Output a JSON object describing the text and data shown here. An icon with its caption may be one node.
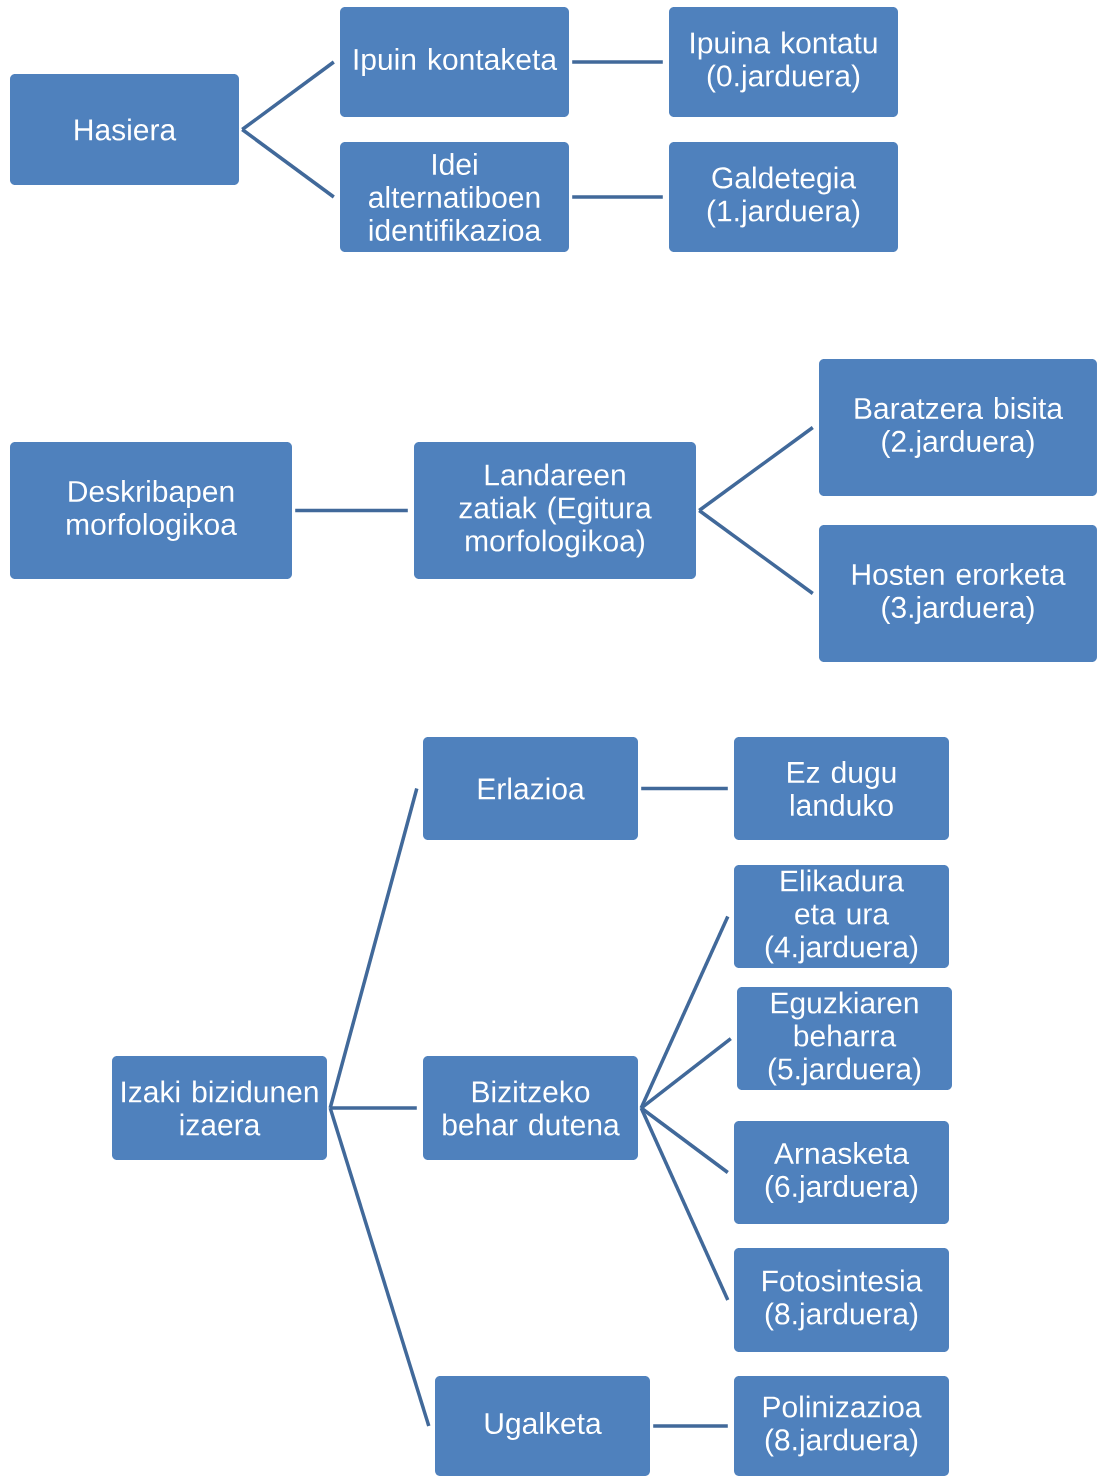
{
  "diagram": {
    "nodes": [
      {
        "text": [
          "Hasiera"
        ]
      },
      {
        "text": [
          "Ipuin kontaketa"
        ]
      },
      {
        "text": [
          "Ipuina kontatu (0.jarduera)"
        ]
      },
      {
        "text": [
          "Idei alternatiboen identifikazioa"
        ]
      },
      {
        "text": [
          "Galdetegia (1.jarduera)"
        ]
      },
      {
        "text": [
          "Deskribapen morfologikoa"
        ]
      },
      {
        "text": [
          "Landareen zatiak (Egitura morfologikoa)"
        ]
      },
      {
        "text": [
          "Baratzera bisita (2.jarduera)"
        ]
      },
      {
        "text": [
          "Hosten erorketa (3.jarduera)"
        ]
      },
      {
        "text": [
          "Izaki bizidunen izaera"
        ]
      },
      {
        "text": [
          "Erlazioa"
        ]
      },
      {
        "text": [
          "Ez dugu landuko"
        ]
      },
      {
        "text": [
          "Bizitzeko behar dutena"
        ]
      },
      {
        "text": [
          "Elikadura eta ura (4.jarduera)"
        ]
      },
      {
        "text": [
          "Eguzkiaren beharra (5.jarduera)"
        ]
      },
      {
        "text": [
          "Arnasketa (6.jarduera)"
        ]
      },
      {
        "text": [
          "Fotosintesia (8.jarduera)"
        ]
      },
      {
        "text": [
          "Ugalketa"
        ]
      },
      {
        "text": [
          "Polinizazioa (8.jarduera)"
        ]
      }
    ],
    "edges": [
      {
        "from": 0,
        "to": 1,
        "arrow": "none"
      },
      {
        "from": 1,
        "to": 2,
        "arrow": "none"
      },
      {
        "from": 0,
        "to": 3,
        "arrow": "none"
      },
      {
        "from": 3,
        "to": 4,
        "arrow": "none"
      },
      {
        "from": 5,
        "to": 6,
        "arrow": "none"
      },
      {
        "from": 6,
        "to": 7,
        "arrow": "none"
      },
      {
        "from": 6,
        "to": 8,
        "arrow": "none"
      },
      {
        "from": 9,
        "to": 10,
        "arrow": "none"
      },
      {
        "from": 10,
        "to": 11,
        "arrow": "none"
      },
      {
        "from": 9,
        "to": 12,
        "arrow": "none"
      },
      {
        "from": 12,
        "to": 13,
        "arrow": "none"
      },
      {
        "from": 12,
        "to": 14,
        "arrow": "none"
      },
      {
        "from": 12,
        "to": 15,
        "arrow": "none"
      },
      {
        "from": 12,
        "to": 16,
        "arrow": "none"
      },
      {
        "from": 9,
        "to": 17,
        "arrow": "none"
      },
      {
        "from": 17,
        "to": 18,
        "arrow": "none"
      }
    ]
  }
}
